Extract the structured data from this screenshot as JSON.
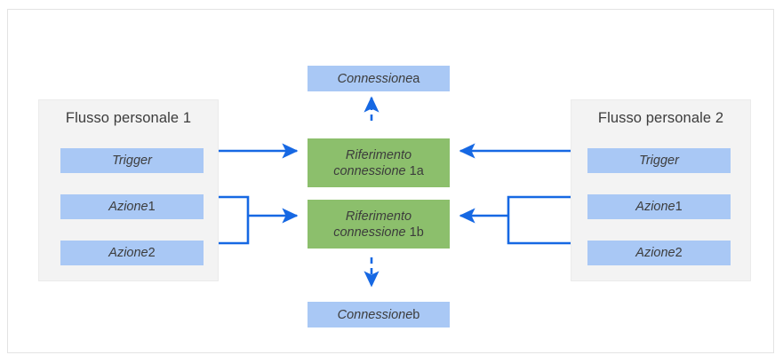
{
  "diagram": {
    "title_semantic": "flow-connection-reference-diagram",
    "colors": {
      "node_blue": "#a9c8f5",
      "reference_green": "#8cbf6c",
      "arrow_blue": "#1668e3",
      "container_gray": "#f3f3f3",
      "frame_border": "#e3e3e3",
      "text_gray": "#3c3c3c"
    },
    "flows": [
      {
        "title": "Flusso personale 1",
        "nodes": [
          {
            "italic": "Trigger",
            "plain": ""
          },
          {
            "italic": "Azione",
            "plain": " 1"
          },
          {
            "italic": "Azione",
            "plain": " 2"
          }
        ]
      },
      {
        "title": "Flusso personale 2",
        "nodes": [
          {
            "italic": "Trigger",
            "plain": ""
          },
          {
            "italic": "Azione",
            "plain": " 1"
          },
          {
            "italic": "Azione",
            "plain": " 2"
          }
        ]
      }
    ],
    "connections": [
      {
        "italic": "Connessione",
        "plain": " a"
      },
      {
        "italic": "Connessione",
        "plain": " b"
      }
    ],
    "references": [
      {
        "italic_line1": "Riferimento",
        "italic_line2": "connessione",
        "plain": " 1a"
      },
      {
        "italic_line1": "Riferimento",
        "italic_line2": "connessione",
        "plain": " 1b"
      }
    ]
  }
}
